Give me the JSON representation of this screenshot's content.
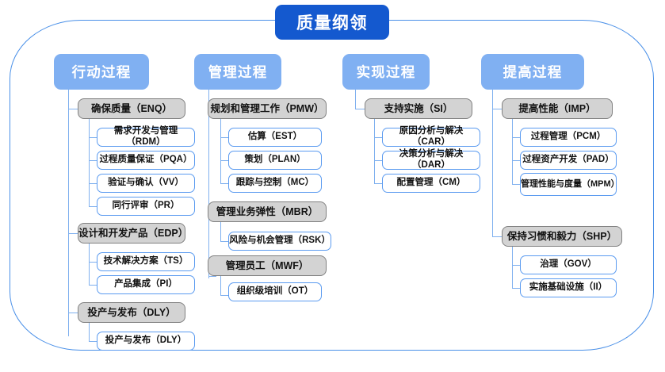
{
  "diagram": {
    "type": "hierarchy-tree",
    "root": {
      "label": "质量纲领",
      "color": "#1459cf"
    },
    "header_color": "#80b0f2",
    "parent_box_color": "#d3d3d3",
    "leaf_box_color": "#ffffff",
    "connector_color": "#7fb0ef",
    "frame_color": "#4a90e8",
    "columns": [
      {
        "id": "col-action",
        "header": "行动过程",
        "groups": [
          {
            "parent": "确保质量（ENQ）",
            "children": [
              "需求开发与管理（RDM）",
              "过程质量保证（PQA）",
              "验证与确认（VV）",
              "同行评审（PR）"
            ]
          },
          {
            "parent": "设计和开发产品（EDP）",
            "children": [
              "技术解决方案（TS）",
              "产品集成（PI）"
            ]
          },
          {
            "parent": "投产与发布（DLY）",
            "children": [
              "投产与发布（DLY）"
            ]
          }
        ]
      },
      {
        "id": "col-manage",
        "header": "管理过程",
        "groups": [
          {
            "parent": "规划和管理工作（PMW）",
            "children": [
              "估算（EST）",
              "策划（PLAN）",
              "跟踪与控制（MC）"
            ]
          },
          {
            "parent": "管理业务弹性（MBR）",
            "children": [
              "风险与机会管理（RSK）"
            ]
          },
          {
            "parent": "管理员工（MWF）",
            "children": [
              "组织级培训（OT）"
            ]
          }
        ]
      },
      {
        "id": "col-implement",
        "header": "实现过程",
        "groups": [
          {
            "parent": "支持实施（SI）",
            "children": [
              "原因分析与解决（CAR）",
              "决策分析与解决（DAR）",
              "配置管理（CM）"
            ]
          }
        ]
      },
      {
        "id": "col-improve",
        "header": "提高过程",
        "groups": [
          {
            "parent": "提高性能（IMP）",
            "children": [
              "过程管理（PCM）",
              "过程资产开发（PAD）",
              "管理性能与度量（MPM）"
            ]
          },
          {
            "parent": "保持习惯和毅力（SHP）",
            "children": [
              "治理（GOV）",
              "实施基础设施（II）"
            ]
          }
        ]
      }
    ]
  }
}
